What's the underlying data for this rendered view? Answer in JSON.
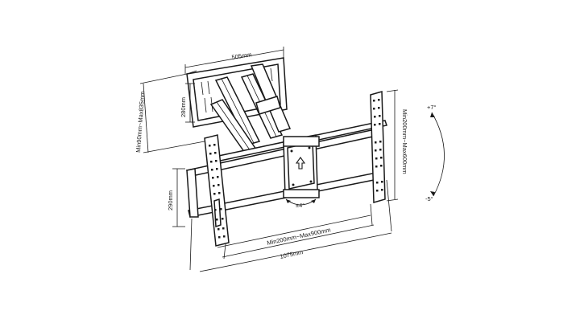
{
  "dimensions": {
    "plate_width": "505mm",
    "plate_height": "280mm",
    "arm_vertical": "Min90mm~Max835mm",
    "tilt_up": "+7°",
    "tilt_down": "-5°",
    "vertical_range": "Min200mm~Max600mm",
    "bracket_height": "290mm",
    "horizontal_range": "Min200mm~Max900mm",
    "overall_width": "1075mm",
    "rotation": "±4°"
  },
  "icons": {
    "center_plate": "up-arrow-icon"
  }
}
